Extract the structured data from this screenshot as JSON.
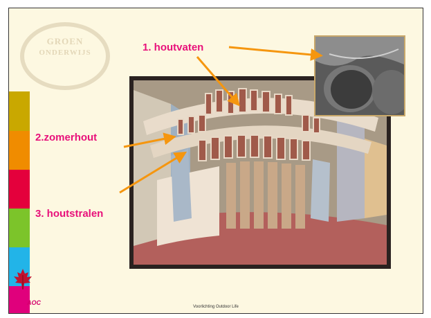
{
  "slide": {
    "labels": {
      "houtvaten": "1. houtvaten",
      "zomerhout": "2.zomerhout",
      "houtstralen": "3. houtstralen"
    },
    "footer": "Voorlichting Outdoor Life",
    "logo": {
      "line1": "GROEN",
      "line2": "ONDERWIJS"
    },
    "brand_small": "AOC",
    "colors": {
      "label": "#e8107a",
      "arrow": "#f5960f",
      "bands": [
        "#c9a800",
        "#f08c00",
        "#e4003c",
        "#7cc42a",
        "#22b4e8",
        "#e0007c"
      ]
    }
  }
}
